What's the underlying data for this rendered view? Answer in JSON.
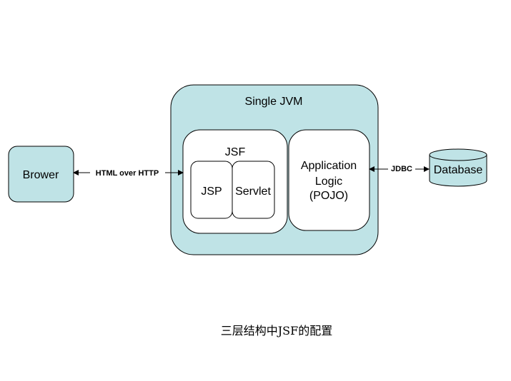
{
  "diagram": {
    "jvm_label": "Single JVM",
    "jsf_label": "JSF",
    "jsp_label": "JSP",
    "servlet_label": "Servlet",
    "app_logic_line1": "Application",
    "app_logic_line2": "Logic",
    "app_logic_line3": "(POJO)",
    "browser_label": "Brower",
    "http_label": "HTML over HTTP",
    "jdbc_label": "JDBC",
    "database_label": "Database",
    "caption": "三层结构中JSF的配置"
  },
  "colors": {
    "container_fill": "#bfe3e6",
    "inner_fill": "#ffffff",
    "stroke": "#000000"
  }
}
